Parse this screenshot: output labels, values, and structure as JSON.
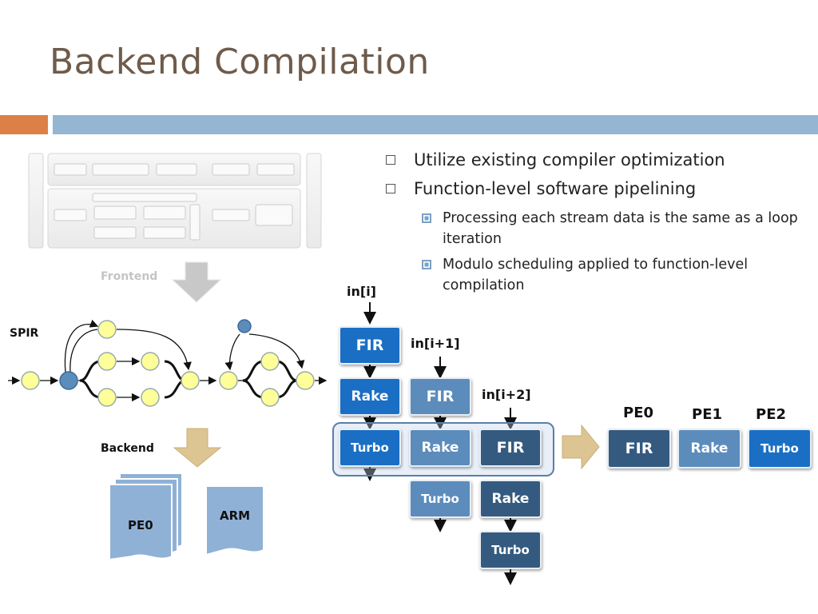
{
  "slide": {
    "title": "Backend Compilation"
  },
  "bullets": [
    {
      "text": "Utilize existing compiler optimization",
      "level": 1
    },
    {
      "text": "Function-level software pipelining",
      "level": 1
    },
    {
      "text": "Processing each stream data is the same as a loop iteration",
      "level": 2
    },
    {
      "text": "Modulo scheduling applied to function-level compilation",
      "level": 2
    }
  ],
  "left_diagram": {
    "frontend_label": "Frontend",
    "spir_label": "SPIR",
    "backend_label": "Backend",
    "pe0_label": "PE0",
    "arm_label": "ARM"
  },
  "pipeline": {
    "inputs": [
      "in[i]",
      "in[i+1]",
      "in[i+2]"
    ],
    "stages": [
      "FIR",
      "Rake",
      "Turbo"
    ],
    "pe_labels": [
      "PE0",
      "PE1",
      "PE2"
    ]
  },
  "colors": {
    "title": "#6f5b4b",
    "accent_orange": "#dd8047",
    "accent_blue": "#94b6d2",
    "box_dark": "#355a80",
    "box_mid": "#5b8cbc",
    "box_bright": "#1a6fc4",
    "node_yellow": "#ffff99",
    "node_blue": "#5b8cbc",
    "document_blue": "#8fb1d6",
    "arrow_gray": "#c8c8c8",
    "arrow_tan": "#dcc592"
  }
}
